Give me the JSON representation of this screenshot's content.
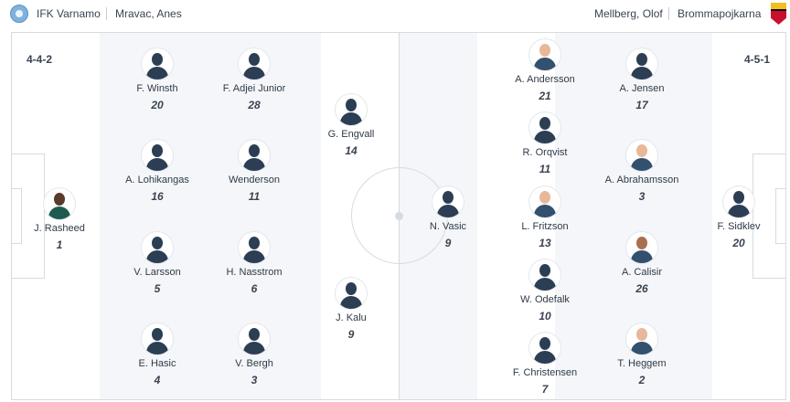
{
  "header": {
    "home_team": "IFK Varnamo",
    "home_coach": "Mravac, Anes",
    "away_coach": "Mellberg, Olof",
    "away_team": "Brommapojkarna"
  },
  "home_formation": "4-4-2",
  "away_formation": "4-5-1",
  "home_players": [
    {
      "name": "J. Rasheed",
      "number": "1",
      "avatar": "photo-dark"
    },
    {
      "name": "F. Winsth",
      "number": "20",
      "avatar": "silhouette"
    },
    {
      "name": "A. Lohikangas",
      "number": "16",
      "avatar": "silhouette"
    },
    {
      "name": "V. Larsson",
      "number": "5",
      "avatar": "silhouette"
    },
    {
      "name": "E. Hasic",
      "number": "4",
      "avatar": "silhouette"
    },
    {
      "name": "F. Adjei Junior",
      "number": "28",
      "avatar": "silhouette"
    },
    {
      "name": "Wenderson",
      "number": "11",
      "avatar": "silhouette"
    },
    {
      "name": "H. Nasstrom",
      "number": "6",
      "avatar": "silhouette"
    },
    {
      "name": "V. Bergh",
      "number": "3",
      "avatar": "silhouette"
    },
    {
      "name": "G. Engvall",
      "number": "14",
      "avatar": "silhouette"
    },
    {
      "name": "J. Kalu",
      "number": "9",
      "avatar": "silhouette"
    }
  ],
  "away_players": [
    {
      "name": "F. Sidklev",
      "number": "20",
      "avatar": "silhouette"
    },
    {
      "name": "A. Jensen",
      "number": "17",
      "avatar": "silhouette"
    },
    {
      "name": "A. Abrahamsson",
      "number": "3",
      "avatar": "photo"
    },
    {
      "name": "A. Calisir",
      "number": "26",
      "avatar": "photo-tan"
    },
    {
      "name": "T. Heggem",
      "number": "2",
      "avatar": "photo"
    },
    {
      "name": "A. Andersson",
      "number": "21",
      "avatar": "photo"
    },
    {
      "name": "R. Orqvist",
      "number": "11",
      "avatar": "silhouette"
    },
    {
      "name": "L. Fritzson",
      "number": "13",
      "avatar": "photo"
    },
    {
      "name": "W. Odefalk",
      "number": "10",
      "avatar": "silhouette"
    },
    {
      "name": "F. Christensen",
      "number": "7",
      "avatar": "silhouette"
    },
    {
      "name": "N. Vasic",
      "number": "9",
      "avatar": "silhouette"
    }
  ],
  "colors": {
    "pitch_light": "#f4f6f9",
    "pitch_stripe": "#ffffff",
    "pitch_lines": "#d6dbe1",
    "silhouette": "#2c3e54",
    "home_crest": "#7fb2dc",
    "away_crest_yellow": "#f0c020",
    "away_crest_red": "#c8102e"
  }
}
